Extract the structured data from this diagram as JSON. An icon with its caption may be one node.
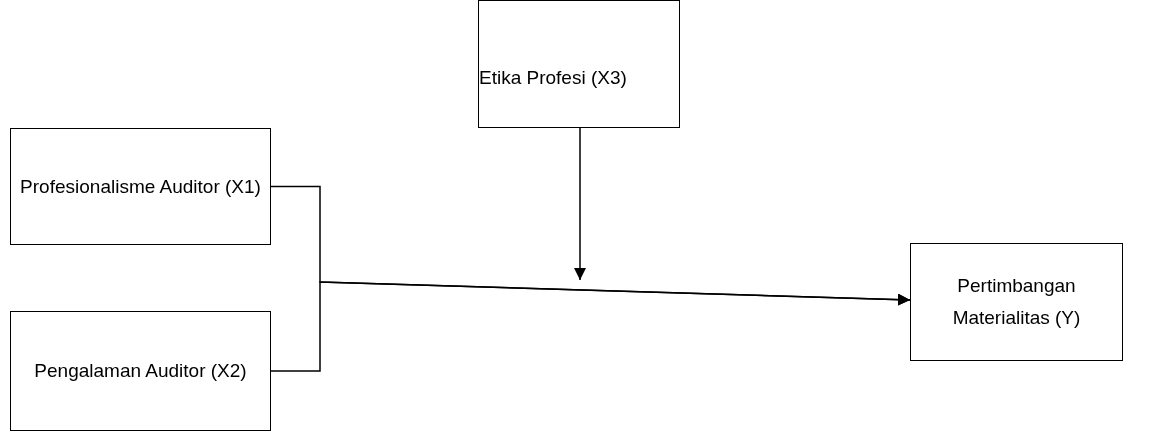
{
  "diagram": {
    "nodes": [
      {
        "text": [
          "Etika Profesi (X3)"
        ]
      },
      {
        "text": [
          "Profesionalisme Auditor (X1)"
        ]
      },
      {
        "text": [
          "Pengalaman Auditor (X2)"
        ]
      },
      {
        "text": [
          "Pertimbangan Materialitas (Y)"
        ]
      }
    ],
    "edges": [
      {
        "from": 1,
        "to": 3,
        "arrow": "to"
      },
      {
        "from": 2,
        "to": 3,
        "arrow": "to"
      },
      {
        "from": 0,
        "to": null,
        "arrow": "to"
      }
    ]
  }
}
